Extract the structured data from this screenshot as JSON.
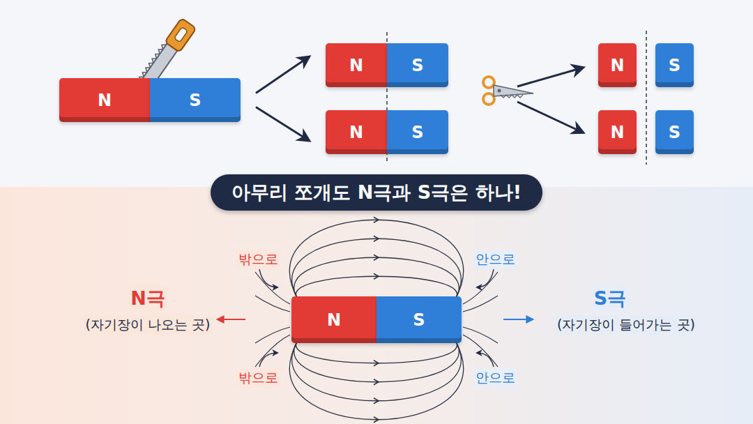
{
  "diagram": {
    "title": "아무리 쪼개도 N극과 S극은 하나!",
    "nodes": [
      {
        "text": [
          "N"
        ]
      },
      {
        "text": [
          "S"
        ]
      },
      {
        "text": [
          "N"
        ]
      },
      {
        "text": [
          "S"
        ]
      },
      {
        "text": [
          "N"
        ]
      },
      {
        "text": [
          "S"
        ]
      },
      {
        "text": [
          "N"
        ]
      },
      {
        "text": [
          "S"
        ]
      },
      {
        "text": [
          "N"
        ]
      },
      {
        "text": [
          "S"
        ]
      },
      {
        "text": [
          "N"
        ]
      },
      {
        "text": [
          "S"
        ]
      }
    ],
    "edges": [
      {
        "from": 1,
        "to": 2,
        "arrow": "to"
      },
      {
        "from": 1,
        "to": 4,
        "arrow": "to"
      }
    ],
    "labels": [
      "밖으로",
      "안으로",
      "N극",
      "(자기장이 나오는 곳)",
      "S극",
      "(자기장이 들어가는 곳)",
      "밖으로",
      "안으로"
    ]
  }
}
